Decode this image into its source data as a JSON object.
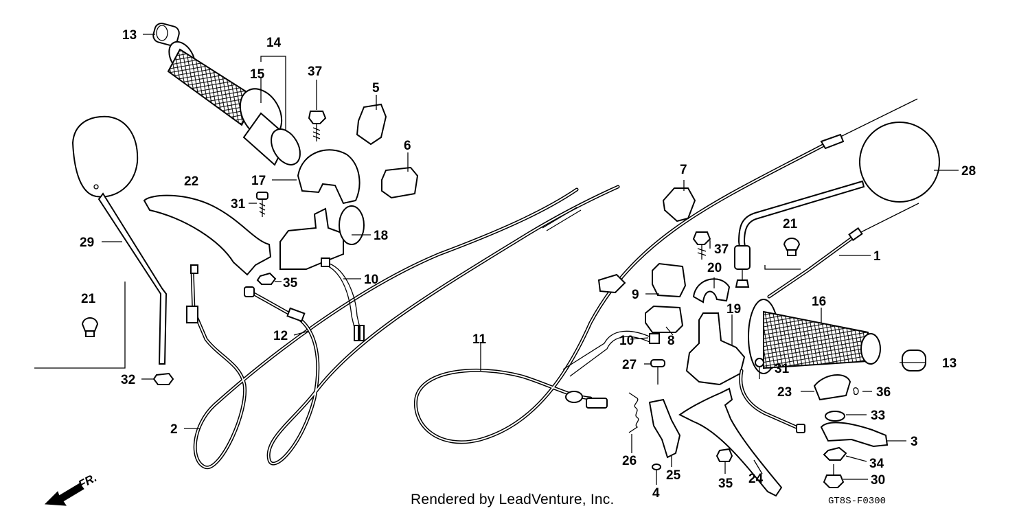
{
  "callouts": {
    "p1": "1",
    "p2": "2",
    "p3": "3",
    "p4": "4",
    "p5": "5",
    "p6": "6",
    "p7": "7",
    "p8": "8",
    "p9": "9",
    "p10a": "10",
    "p10b": "10",
    "p11": "11",
    "p12": "12",
    "p13a": "13",
    "p13b": "13",
    "p14": "14",
    "p15": "15",
    "p16": "16",
    "p17": "17",
    "p18": "18",
    "p19": "19",
    "p20": "20",
    "p21a": "21",
    "p21b": "21",
    "p22": "22",
    "p23": "23",
    "p24": "24",
    "p25": "25",
    "p26": "26",
    "p27": "27",
    "p28": "28",
    "p29": "29",
    "p30": "30",
    "p31a": "31",
    "p31b": "31",
    "p32": "32",
    "p33": "33",
    "p34": "34",
    "p35a": "35",
    "p35b": "35",
    "p36": "36",
    "p37a": "37",
    "p37b": "37"
  },
  "direction_label": "FR.",
  "credit": "Rendered by LeadVenture, Inc.",
  "diagram_code": "GT8S-F0300"
}
